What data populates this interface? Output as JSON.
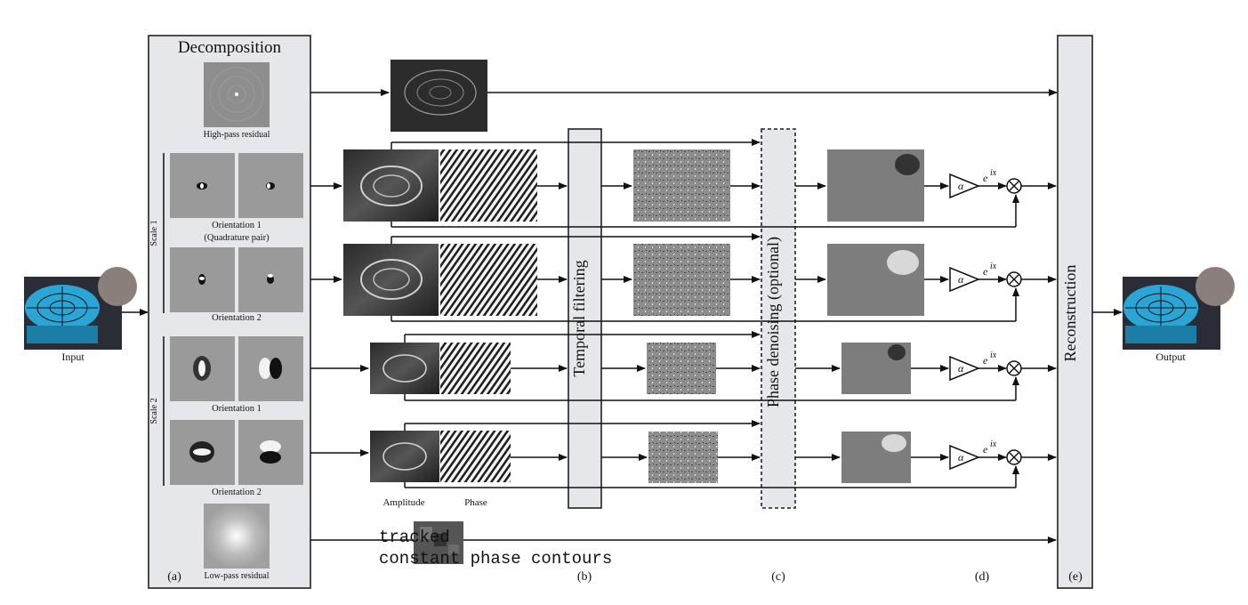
{
  "decomposition": {
    "title": "Decomposition",
    "high_pass_label": "High-pass residual",
    "scale1_label": "Scale 1",
    "scale2_label": "Scale 2",
    "orientation1_label": "Orientation 1",
    "quadrature_label": "(Quadrature pair)",
    "orientation2_label": "Orientation 2",
    "low_pass_label": "Low-pass residual"
  },
  "input_label": "Input",
  "output_label": "Output",
  "amplitude_label": "Amplitude",
  "phase_label": "Phase",
  "temporal_filtering_label": "Temporal filtering",
  "phase_denoising_label": "Phase denoising (optional)",
  "reconstruction_label": "Reconstruction",
  "alpha_symbol": "α",
  "exp_base": "e",
  "exp_power": "ix",
  "multiply_symbol": "⊗",
  "overlay_text_line1": "tracked",
  "overlay_text_line2": "constant phase contours",
  "panel_labels": {
    "a": "(a)",
    "b": "(b)",
    "c": "(c)",
    "d": "(d)",
    "e": "(e)"
  }
}
